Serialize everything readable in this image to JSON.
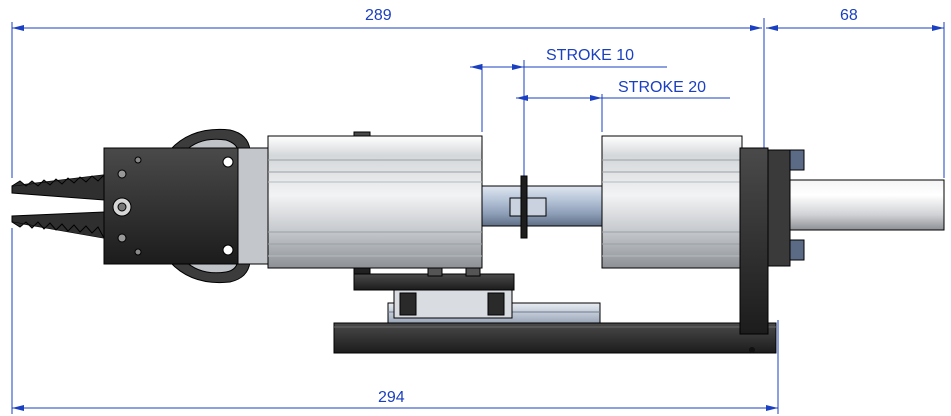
{
  "dimensions": {
    "top_left": "289",
    "top_right": "68",
    "stroke_10": "STROKE 10",
    "stroke_20": "STROKE 20",
    "bottom": "294"
  },
  "colors": {
    "dimension_line": "#1a3fc0",
    "body_dark": "#2b2b2b",
    "cylinder_light": "#e2e4e6",
    "rod_blue": "#a9b8cf",
    "outline": "#000000"
  }
}
